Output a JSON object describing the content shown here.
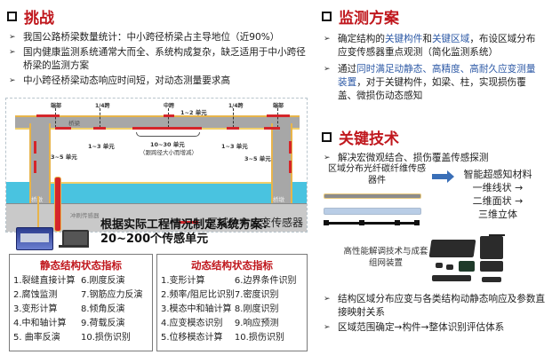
{
  "left": {
    "challenge": {
      "title": "挑战",
      "bullets": [
        "我国公路桥梁数量统计：中小跨径桥梁占主导地位（近90%）",
        "国内健康监测系统通常大而全、系统构成复杂，缺乏适用于中小跨径桥梁的监测方案",
        "中小跨径桥梁动态响应时间短，对动态测量要求高"
      ]
    },
    "diagram": {
      "top_labels": [
        "端部",
        "1/4跨",
        "中跨",
        "1/4跨",
        "端部"
      ],
      "deck_label": "桥梁",
      "pier_label": "桥墩",
      "scour_label": "冲刷传感器",
      "annotations": {
        "mid": "1~2 单元",
        "quarter_left": "1~3 单元",
        "quarter_right": "1~3 单元",
        "end_left": "3~5 单元",
        "end_right": "3~5 单元",
        "span": "10~30 单元",
        "span_note": "（跟跨径大小而增减）"
      },
      "legend": "区域分布应变传感器",
      "colors": {
        "sensor": "#d5252a",
        "water": "#49c3e0",
        "structure": "#a7a7a7",
        "outline": "#e8b44a"
      }
    },
    "plan": {
      "line1": "根据实际工程情况制定系统方案：",
      "line2": "20~200个传感单元"
    },
    "static_box": {
      "title": "静态结构状态指标",
      "items": [
        "1.裂缝直接计算",
        "6.刚度反演",
        "2.腐蚀监测",
        "7.钢筋应力反演",
        "3.变形计算",
        "8.倾角反演",
        "4.中和轴计算",
        "9.荷载反演",
        "5. 曲率反演",
        "10.损伤识别"
      ]
    },
    "dynamic_box": {
      "title": "动态结构状态指标",
      "items": [
        "1.变形计算",
        "6.边界条件识别",
        "2.频率/阻尼比识别",
        "7.密度识别",
        "3.模态中和轴计算",
        "8.刚度识别",
        "4.应变模态识别",
        "9.响应预测",
        "5.位移模态计算",
        "10.损伤识别"
      ]
    }
  },
  "right": {
    "monitoring": {
      "title": "监测方案",
      "bullet1": {
        "pre": "确定结构的",
        "hl1": "关键构件",
        "mid": "和",
        "hl2": "关键区域",
        "post": "，布设区域分布应变传感器重点观测（简化监测系统）"
      },
      "bullet2": {
        "pre": "通过",
        "hl": "同时满足动静态、高精度、高耐久应变测量装置",
        "post": "，对于关键构件，如梁、柱，实现损伤覆盖、微损伤动态感知"
      }
    },
    "tech": {
      "title": "关键技术",
      "bullet": "解决宏微观结合、损伤覆盖传感探测",
      "fiber_label": "区域分布光纤碳纤维传感器件",
      "smart_lines": [
        "智能超感知材料",
        "一维线状 →",
        "二维面状 →",
        "三维立体"
      ],
      "device_label": "高性能解调技术与成套组网装置",
      "bottom_bullets": [
        "结构区域分布应变与各类结构动静态响应及参数直接映射关系",
        "区域范围确定→构件→整体识别评估体系"
      ]
    }
  },
  "colors": {
    "title_red": "#c0171d",
    "highlight_blue": "#2e5aa6",
    "arrow_blue": "#3a6fb7"
  }
}
